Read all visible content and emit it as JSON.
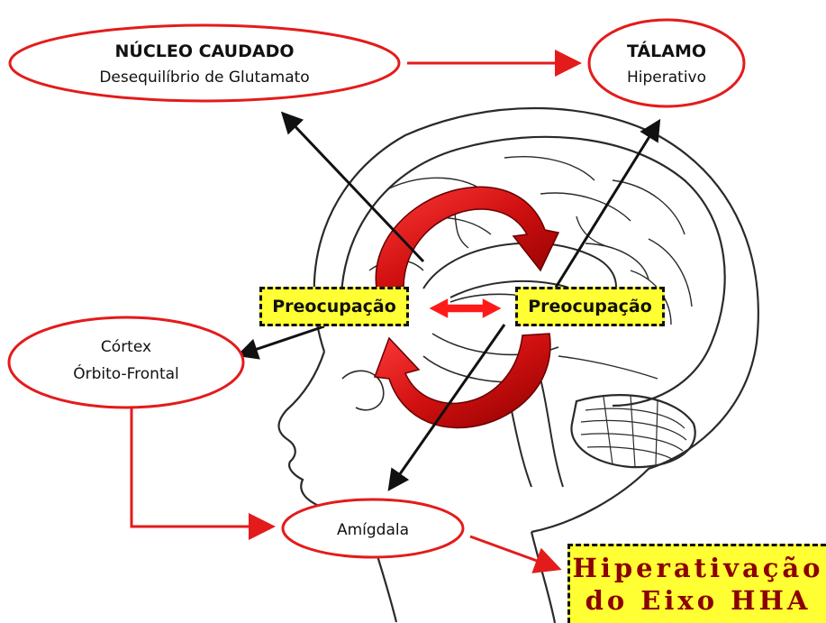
{
  "nodes": {
    "nucleo_caudado": {
      "title": "NÚCLEO CAUDADO",
      "subtitle": "Desequilíbrio de Glutamato"
    },
    "talamo": {
      "title": "TÁLAMO",
      "subtitle": "Hiperativo"
    },
    "cortex": {
      "line1": "Córtex",
      "line2": "Órbito-Frontal"
    },
    "amigdala": {
      "title": "Amígdala"
    },
    "preocupacao_left": {
      "label": "Preocupação"
    },
    "preocupacao_right": {
      "label": "Preocupação"
    },
    "hha": {
      "line1": "Hiperativação",
      "line2": "do Eixo HHA"
    }
  },
  "colors": {
    "ellipse_stroke": "#e41b1b",
    "connector": "#e41b1b",
    "box_fill": "#ffff33",
    "hha_text": "#8b0000",
    "cycle_arrow": "#d7191c"
  }
}
